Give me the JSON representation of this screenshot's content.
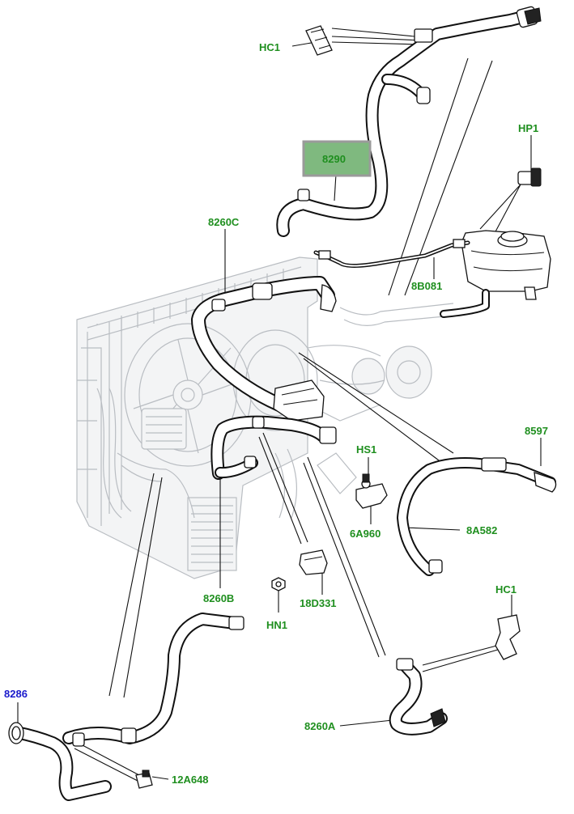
{
  "diagram": {
    "colors": {
      "label_green": "#1f8f1f",
      "label_blue": "#1a1acc",
      "highlight_fill": "#7fb97f",
      "highlight_border": "#9a9a9a",
      "ghost_line": "#b9bdc2"
    },
    "labels": {
      "hc1_top": "HC1",
      "p8290": "8290",
      "hp1": "HP1",
      "p8260c": "8260C",
      "p8b081": "8B081",
      "p8597": "8597",
      "hs1": "HS1",
      "p6a960": "6A960",
      "p8a582": "8A582",
      "p8260b": "8260B",
      "p18d331": "18D331",
      "hn1": "HN1",
      "hc1_bottom": "HC1",
      "p8286": "8286",
      "p8260a": "8260A",
      "p12a648": "12A648"
    },
    "highlighted_part": "8290"
  }
}
